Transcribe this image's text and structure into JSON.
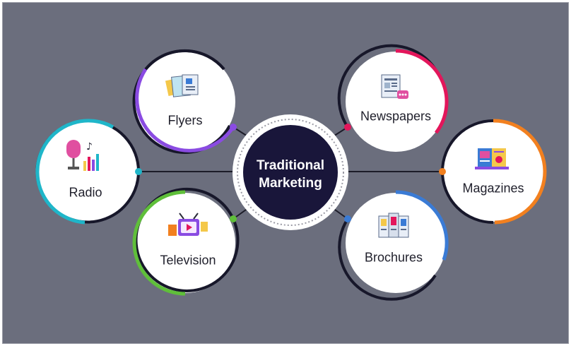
{
  "center": {
    "line1": "Traditional",
    "line2": "Marketing"
  },
  "nodes": [
    {
      "id": "flyers",
      "label": "Flyers",
      "icon": "flyer-icon",
      "color": "#8a4be2"
    },
    {
      "id": "radio",
      "label": "Radio",
      "icon": "microphone-icon",
      "color": "#1fb6c9"
    },
    {
      "id": "television",
      "label": "Television",
      "icon": "television-icon",
      "color": "#5fbf3a"
    },
    {
      "id": "newspapers",
      "label": "Newspapers",
      "icon": "newspaper-icon",
      "color": "#e3165b"
    },
    {
      "id": "magazines",
      "label": "Magazines",
      "icon": "magazine-icon",
      "color": "#f2801f"
    },
    {
      "id": "brochures",
      "label": "Brochures",
      "icon": "brochure-icon",
      "color": "#3a7bd5"
    }
  ],
  "colors": {
    "background": "#6b6e7d",
    "center": "#19163a",
    "line": "#1c1c28"
  }
}
